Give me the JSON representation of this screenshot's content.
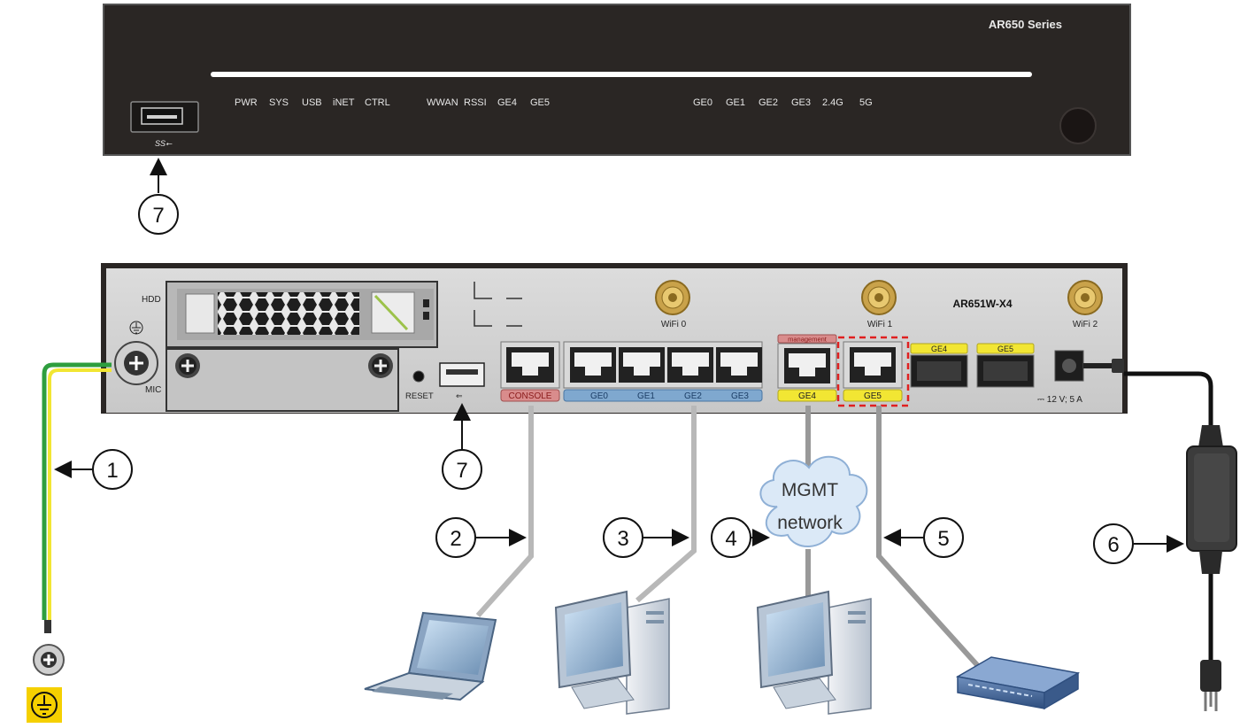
{
  "front_panel": {
    "series": "AR650 Series",
    "indicators_left": [
      "PWR",
      "SYS",
      "USB",
      "iNET",
      "CTRL"
    ],
    "indicators_mid": [
      "WWAN",
      "RSSI",
      "GE4",
      "GE5"
    ],
    "indicators_right": [
      "GE0",
      "GE1",
      "GE2",
      "GE3",
      "2.4G",
      "5G"
    ],
    "usb_symbol": "SS⭠"
  },
  "rear_panel": {
    "model": "AR651W-X4",
    "hdd_label": "HDD",
    "mic_label": "MIC",
    "reset_label": "RESET",
    "console_label": "CONSOLE",
    "lan_ports": [
      "GE0",
      "GE1",
      "GE2",
      "GE3"
    ],
    "management_label": "management",
    "ge4_label": "GE4",
    "ge5_label": "GE5",
    "sfp_labels": [
      "GE4",
      "GE5"
    ],
    "wifi_labels": [
      "WiFi 0",
      "WiFi 1",
      "WiFi 2"
    ],
    "power_label": "12 V; 5 A"
  },
  "callouts": {
    "c1": "1",
    "c2": "2",
    "c3": "3",
    "c4": "4",
    "c5": "5",
    "c6": "6",
    "c7_front": "7",
    "c7_rear": "7"
  },
  "cloud": {
    "line1": "MGMT",
    "line2": "network"
  },
  "colors": {
    "chassis": "#2a2624",
    "panel": "#d4d4d4",
    "console_tag": "#d98c8c",
    "lan_tag": "#7fa8cf",
    "ge_tag": "#f2e633",
    "dashed_highlight": "#e02020",
    "ground_green": "#2e9e3e",
    "ground_yellow": "#f2e633"
  }
}
